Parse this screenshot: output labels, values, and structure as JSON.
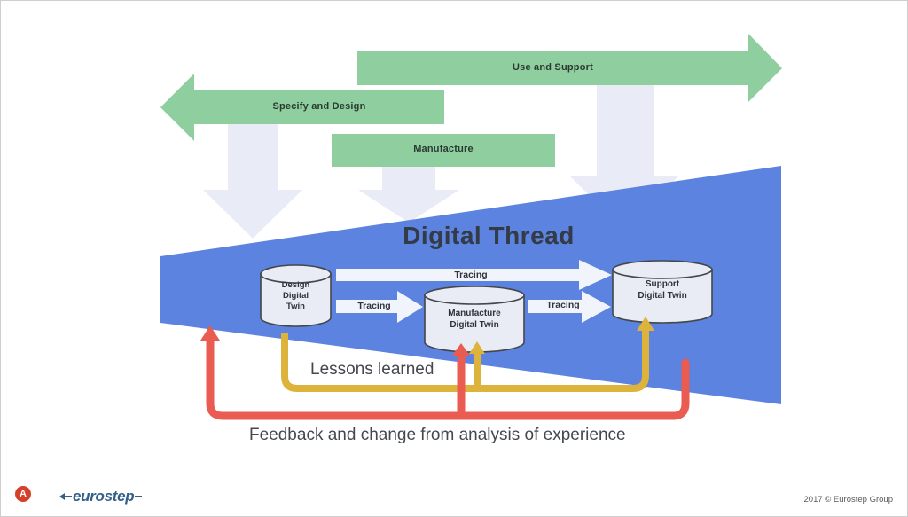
{
  "colors": {
    "green": "#8fcf9f",
    "light_arrow": "#e9ecf6",
    "wedge_blue": "#5b83df",
    "tracing_white": "#f1f4fb",
    "cylinder_fill": "#e9ecf4",
    "cylinder_stroke": "#43474a",
    "yellow": "#ddb33c",
    "red": "#ea5b52"
  },
  "phases": {
    "use_support": "Use and Support",
    "specify_design": "Specify and Design",
    "manufacture": "Manufacture"
  },
  "title": "Digital Thread",
  "tracing": {
    "top": "Tracing",
    "left": "Tracing",
    "right": "Tracing"
  },
  "twins": {
    "design": {
      "line1": "Design",
      "line2": "Digital",
      "line3": "Twin"
    },
    "manufacture": {
      "line1": "Manufacture",
      "line2": "Digital Twin"
    },
    "support": {
      "line1": "Support",
      "line2": "Digital Twin"
    }
  },
  "loops": {
    "lessons": "Lessons learned",
    "feedback": "Feedback and change from analysis of experience"
  },
  "footer": {
    "badge_letter": "A",
    "logo_text": "eurostep",
    "copyright": "2017 © Eurostep Group"
  }
}
